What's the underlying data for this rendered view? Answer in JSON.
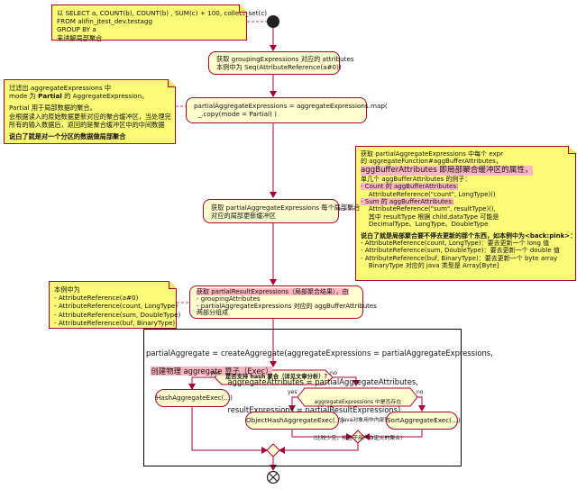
{
  "note_sql": {
    "lines": [
      "以 SELECT a, COUNT(b), COUNT(b) , SUM(c) + 100, collect_set(c)",
      "FROM alifin_jtest_dev.testagg",
      "GROUP BY a",
      "来讲解局部聚合"
    ]
  },
  "step_grouping": {
    "lines": [
      "获取 groupingExpressions 对应的 attributes",
      "本例中为 Seq(AttributeReference(a#0))"
    ]
  },
  "note_filter": {
    "line1": "过滤出 aggregateExpressions 中",
    "line2_pre": "mode 为 ",
    "line2_bold": "Partial",
    "line2_post": " 的 AggregateExpression。",
    "line3": "Partial 用于局部数据的聚合。",
    "line4": "会根据读入的原始数据更新对应的聚合缓冲区，当处理完",
    "line5": "所有的输入数据后，返回的是聚合缓冲区中的中间数据",
    "line6": "说白了就是对一个分区的数据做局部聚合"
  },
  "step_partial": {
    "lines": [
      "partialAggregateExpressions = aggregateExpressions.map(",
      "  _.copy(mode = Partial) )"
    ]
  },
  "note_buffer": {
    "l1": "获取 partialAggregateExpressions 中每个 expr",
    "l2": "的 aggregateFunction#aggBufferAttributes，",
    "l3": "aggBufferAttributes 即局部聚合缓冲区的属性，",
    "l4": "单几个 aggBufferAttributes 的例子：",
    "l5": "- Count 的 aggBufferAttributes:",
    "l6": "    AttributeReference(\"count\", LongType)()",
    "l7": "- Sum 的 aggBufferAttributes:",
    "l8": "    AttributeReference(\"sum\", resultType)(),",
    "l9": "    其中 resultType 根据 child.dataType 可能是",
    "l10": "    DecimalType、LongType、DoubleType",
    "l11": "说白了就是局部聚合要不停去更新的那个东西，如本例中为<back:pink>：",
    "l12": "- AttributeReference(count, LongType)：要去更新一个 long 值",
    "l13": "- AttributeReference(sum, DoubleType)：要去更新一个 double 值",
    "l14": "- AttributeReference(buf, BinaryType)：要去更新一个 byte array",
    "l15": "    BinaryType 对应的 java 类型是 Array[Byte]"
  },
  "step_buffer": {
    "lines": [
      "获取 partialAggregateExpressions 每个局部聚合",
      "对应的局部更新缓冲区"
    ]
  },
  "note_result": {
    "lines": [
      "本例中为",
      "- AttributeReference(a#0)",
      "- AttributeReference(count, LongType)",
      "- AttributeReference(sum, DoubleType)",
      "- AttributeReference(buf, BinaryType)"
    ]
  },
  "step_result": {
    "l1": "获取 partialResultExpressions（局部聚合结果），由",
    "l2": "- groupingAttributes",
    "l3": "- partialAggregateExpressions 对应的 aggBufferAttributes",
    "l4": "两部分组成"
  },
  "partition": {
    "title_lines": [
      "partialAggregate = createAggregate(aggregateExpressions = partialAggregateExpressions,",
      "                                  aggregateAttributes = partialAggregateAttributes,",
      "                                  resultExpressions = partialResultExpressions)"
    ],
    "subtitle": "创建物理 aggregate 算子（Exec）"
  },
  "decision_hash": {
    "text": "是否支持 hash 聚合（详见文章分析）？",
    "yes": "yes",
    "no": "no"
  },
  "decision_object": {
    "lines": [
      "aggregateExpressions 中是否存在",
      "允许用户定义的java对象用作内部聚合缓冲区",
      "（比较少见，相当于用户自定义的聚合）"
    ],
    "yes": "yes",
    "no": "no"
  },
  "exec_nodes": {
    "hash": "HashAggregateExec(...)",
    "object_hash": "ObjectHashAggregateExec(...)",
    "sort": "SortAggregateExec(...)"
  },
  "colors": {
    "note_bg": "#fbfb77",
    "activity_bg": "#fefece",
    "border": "#a80036",
    "arrow": "#a80036",
    "highlight": "#ffb6c1"
  }
}
